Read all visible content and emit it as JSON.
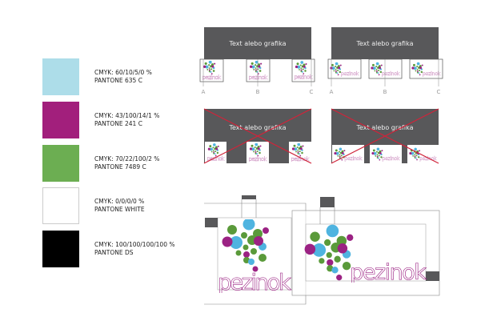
{
  "colors": {
    "cyan": "#addde9",
    "magenta": "#a21f7c",
    "green": "#6cae52",
    "white": "#ffffff",
    "black": "#000000",
    "panel": "#58585a",
    "cross": "#d0243a",
    "logo_cyan": "#4fb4e0",
    "logo_green": "#5a9a3a",
    "logo_purple": "#9b2283"
  },
  "swatches": [
    {
      "cmyk": "CMYK: 60/10/5/0 %",
      "pantone": "PANTONE 635 C"
    },
    {
      "cmyk": "CMYK: 43/100/14/1 %",
      "pantone": "PANTONE 241 C"
    },
    {
      "cmyk": "CMYK: 70/22/100/2 %",
      "pantone": "PANTONE 7489 C"
    },
    {
      "cmyk": "CMYK: 0/0/0/0 %",
      "pantone": "PANTONE WHITE"
    },
    {
      "cmyk": "CMYK: 100/100/100/100 %",
      "pantone": "PANTONE DS"
    }
  ],
  "placement": {
    "panel_text": "Text alebo grafika",
    "labels": [
      "A",
      "B",
      "C"
    ]
  },
  "logo": {
    "wordmark": "pezinok"
  }
}
